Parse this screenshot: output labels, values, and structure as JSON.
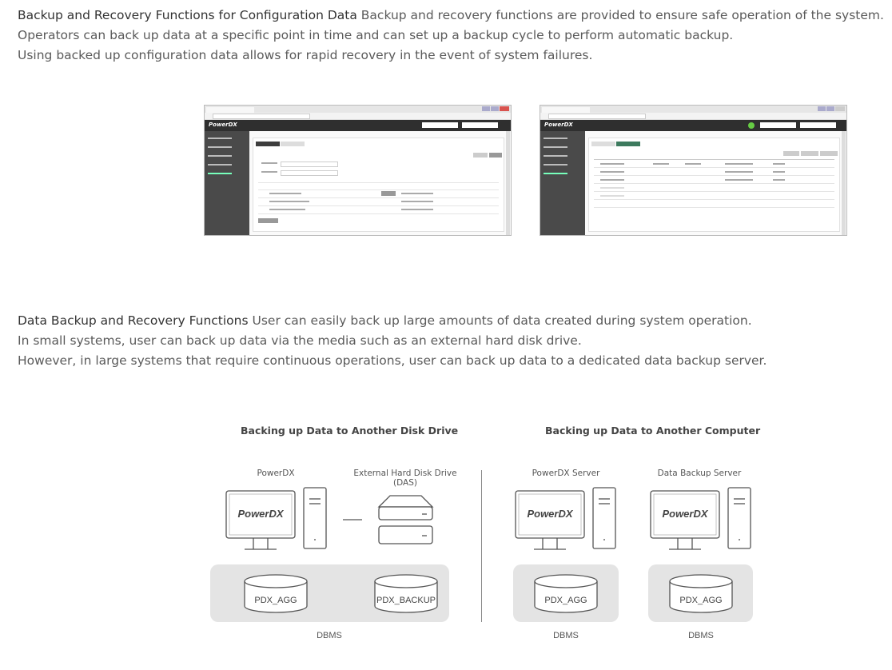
{
  "section1": {
    "lead": "Backup and Recovery Functions for Configuration Data",
    "line1_rest": " Backup and recovery functions are provided to ensure safe operation of the system.",
    "line2": "Operators can back up data at a specific point in time and can set up a backup cycle to perform automatic backup.",
    "line3": "Using backed up configuration data allows for rapid recovery in the event of system failures."
  },
  "screenshots": {
    "app_logo": "PowerDX"
  },
  "section2": {
    "lead": "Data Backup and Recovery Functions",
    "line1_rest": " User can easily back up large amounts of data created during system operation.",
    "line2": "In small systems, user can back up data via the media such as an external hard disk drive.",
    "line3": "However, in large systems that require continuous operations, user can back up data to a dedicated data backup server."
  },
  "diagram": {
    "left": {
      "heading": "Backing up Data to Another Disk Drive",
      "machine_label": "PowerDX",
      "machine_logo": "PowerDX",
      "disk_label_line1": "External Hard Disk Drive",
      "disk_label_line2": "(DAS)",
      "db1": "PDX_AGG",
      "db2": "PDX_BACKUP",
      "dbms_label": "DBMS"
    },
    "right": {
      "heading": "Backing up Data to Another Computer",
      "server1_label": "PowerDX Server",
      "server1_logo": "PowerDX",
      "server2_label": "Data Backup Server",
      "server2_logo": "PowerDX",
      "db1": "PDX_AGG",
      "db2": "PDX_AGG",
      "dbms1_label": "DBMS",
      "dbms2_label": "DBMS"
    }
  }
}
